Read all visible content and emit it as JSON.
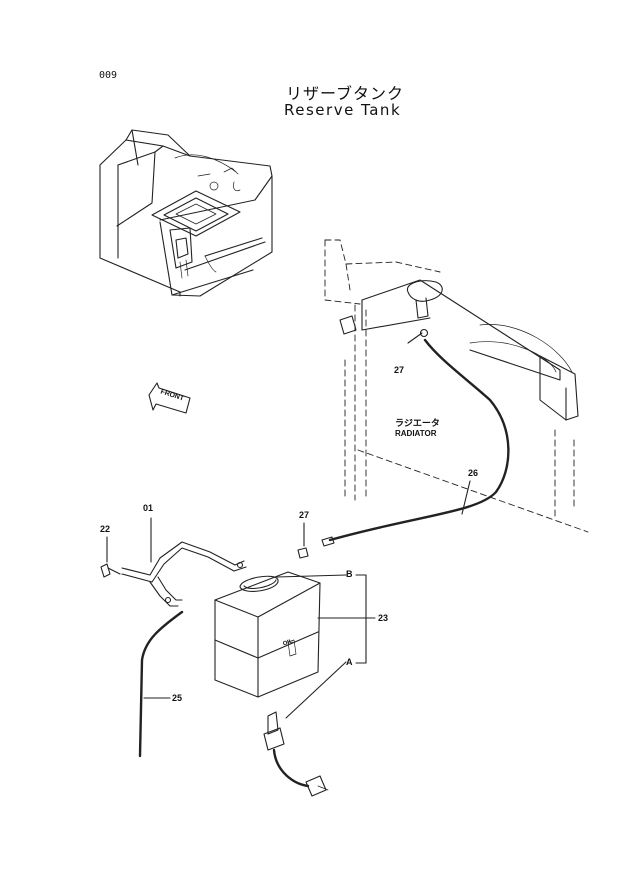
{
  "page_number": "009",
  "title_jp": "リザーブタンク",
  "title_en": "Reserve Tank",
  "front_marker": "FRONT",
  "radiator_label_jp": "ラジエータ",
  "radiator_label_en": "RADIATOR",
  "tank_marking": "OIL",
  "part_numbers": {
    "bracket": "01",
    "bolt": "22",
    "tank": "23",
    "hose_drain": "25",
    "hose_radiator": "26",
    "clamp_upper": "27",
    "clamp_lower": "27"
  },
  "callout_letters": {
    "a": "A",
    "b": "B"
  }
}
